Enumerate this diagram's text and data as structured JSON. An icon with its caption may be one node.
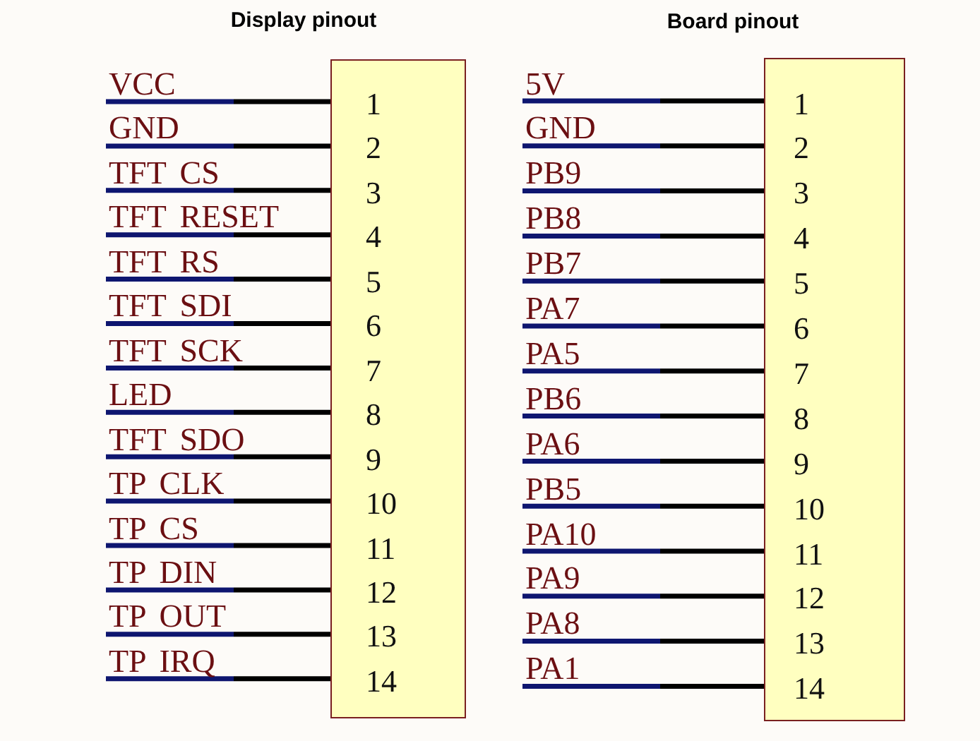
{
  "diagram": {
    "nodes": [
      {
        "text": [
          "1",
          "2",
          "3",
          "4",
          "5",
          "6",
          "7",
          "8",
          "9",
          "10",
          "11",
          "12",
          "13",
          "14"
        ]
      },
      {
        "text": [
          "VCC"
        ]
      },
      {
        "text": [
          "GND"
        ]
      },
      {
        "text": [
          "TFT CS"
        ]
      },
      {
        "text": [
          "TFT RESET"
        ]
      },
      {
        "text": [
          "TFT RS"
        ]
      },
      {
        "text": [
          "TFT SDI"
        ]
      },
      {
        "text": [
          "TFT SCK"
        ]
      },
      {
        "text": [
          "LED"
        ]
      },
      {
        "text": [
          "TFT SDO"
        ]
      },
      {
        "text": [
          "TP CLK"
        ]
      },
      {
        "text": [
          "TP CS"
        ]
      },
      {
        "text": [
          "TP DIN"
        ]
      },
      {
        "text": [
          "TP OUT"
        ]
      },
      {
        "text": [
          "TP IRQ"
        ]
      },
      {
        "text": [
          "1",
          "2",
          "3",
          "4",
          "5",
          "6",
          "7",
          "8",
          "9",
          "10",
          "11",
          "12",
          "13",
          "14"
        ]
      },
      {
        "text": [
          "5V"
        ]
      },
      {
        "text": [
          "GND"
        ]
      },
      {
        "text": [
          "PB9"
        ]
      },
      {
        "text": [
          "PB8"
        ]
      },
      {
        "text": [
          "PB7"
        ]
      },
      {
        "text": [
          "PA7"
        ]
      },
      {
        "text": [
          "PA5"
        ]
      },
      {
        "text": [
          "PB6"
        ]
      },
      {
        "text": [
          "PA6"
        ]
      },
      {
        "text": [
          "PB5"
        ]
      },
      {
        "text": [
          "PA10"
        ]
      },
      {
        "text": [
          "PA9"
        ]
      },
      {
        "text": [
          "PA8"
        ]
      },
      {
        "text": [
          "PA1"
        ]
      }
    ],
    "edges": [
      {
        "from": 1,
        "to": 0,
        "arrow": "none"
      },
      {
        "from": 2,
        "to": 0,
        "arrow": "none"
      },
      {
        "from": 3,
        "to": 0,
        "arrow": "none"
      },
      {
        "from": 4,
        "to": 0,
        "arrow": "none"
      },
      {
        "from": 5,
        "to": 0,
        "arrow": "none"
      },
      {
        "from": 6,
        "to": 0,
        "arrow": "none"
      },
      {
        "from": 7,
        "to": 0,
        "arrow": "none"
      },
      {
        "from": 8,
        "to": 0,
        "arrow": "none"
      },
      {
        "from": 9,
        "to": 0,
        "arrow": "none"
      },
      {
        "from": 10,
        "to": 0,
        "arrow": "none"
      },
      {
        "from": 11,
        "to": 0,
        "arrow": "none"
      },
      {
        "from": 12,
        "to": 0,
        "arrow": "none"
      },
      {
        "from": 13,
        "to": 0,
        "arrow": "none"
      },
      {
        "from": 14,
        "to": 0,
        "arrow": "none"
      },
      {
        "from": 16,
        "to": 15,
        "arrow": "none"
      },
      {
        "from": 17,
        "to": 15,
        "arrow": "none"
      },
      {
        "from": 18,
        "to": 15,
        "arrow": "none"
      },
      {
        "from": 19,
        "to": 15,
        "arrow": "none"
      },
      {
        "from": 20,
        "to": 15,
        "arrow": "none"
      },
      {
        "from": 21,
        "to": 15,
        "arrow": "none"
      },
      {
        "from": 22,
        "to": 15,
        "arrow": "none"
      },
      {
        "from": 23,
        "to": 15,
        "arrow": "none"
      },
      {
        "from": 24,
        "to": 15,
        "arrow": "none"
      },
      {
        "from": 25,
        "to": 15,
        "arrow": "none"
      },
      {
        "from": 26,
        "to": 15,
        "arrow": "none"
      },
      {
        "from": 27,
        "to": 15,
        "arrow": "none"
      },
      {
        "from": 28,
        "to": 15,
        "arrow": "none"
      },
      {
        "from": 29,
        "to": 15,
        "arrow": "none"
      }
    ],
    "labels": [
      "Display pinout",
      "Board pinout"
    ]
  }
}
